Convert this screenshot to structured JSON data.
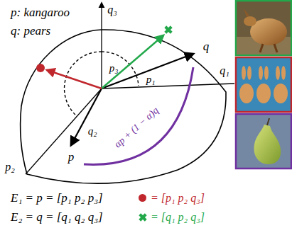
{
  "diagram": {
    "labels": [
      "p: kangaroo",
      "q: pears",
      "q₃",
      "q₁",
      "p₃",
      "p₁",
      "q₂",
      "p₂",
      "p",
      "q",
      "αp + (1 − α)q",
      "E₁ = p = [p₁ p₂ p₃]",
      "E₂ = q = [q₁ q₂ q₃]"
    ],
    "legend": [
      {
        "text": "= [p₁ p₂ q₃]",
        "color": "#c0272d"
      },
      {
        "text": "= [q₁ p₂ q₃]"
      }
    ]
  }
}
